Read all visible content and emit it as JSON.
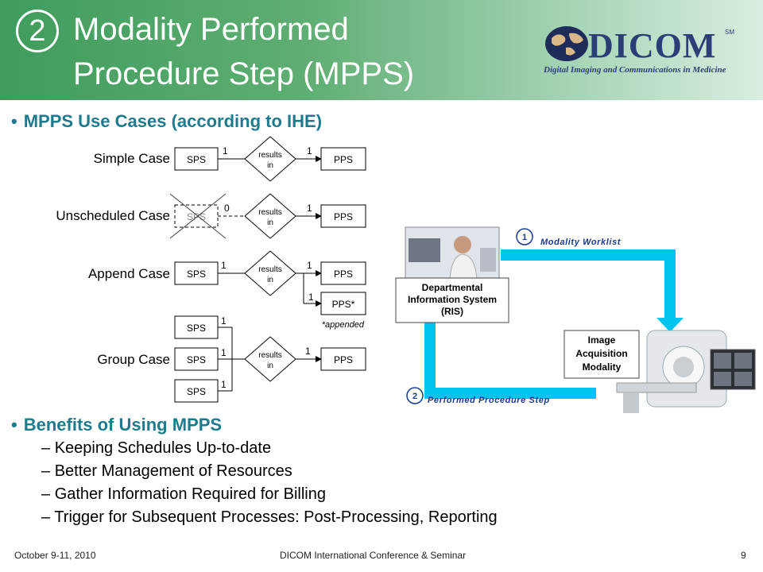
{
  "header": {
    "step_number": "2",
    "title_line1": "Modality Performed",
    "title_line2": "Procedure Step (MPPS)",
    "logo_word": "DICOM",
    "logo_sm": "SM",
    "logo_tagline": "Digital Imaging and Communications in Medicine"
  },
  "section1": {
    "heading": "MPPS Use Cases (according to IHE)"
  },
  "diagram": {
    "cases": [
      {
        "label": "Simple Case"
      },
      {
        "label": "Unscheduled Case"
      },
      {
        "label": "Append Case"
      },
      {
        "label": "Group Case"
      }
    ],
    "sps": "SPS",
    "pps": "PPS",
    "pps_star": "PPS*",
    "results": "results",
    "in": "in",
    "one": "1",
    "zero": "0",
    "appended_note": "*appended"
  },
  "workflow": {
    "ris_label": [
      "Departmental",
      "Information System",
      "(RIS)"
    ],
    "modality_label": [
      "Image",
      "Acquisition",
      "Modality"
    ],
    "step1_num": "1",
    "step1_label": "Modality  Worklist",
    "step2_num": "2",
    "step2_label": "Performed Procedure Step",
    "arrow_color": "#00c3f0"
  },
  "section2": {
    "heading": "Benefits of Using MPPS",
    "items": [
      "Keeping Schedules Up-to-date",
      "Better Management of Resources",
      "Gather Information Required for Billing",
      "Trigger for Subsequent Processes: Post-Processing, Reporting"
    ]
  },
  "footer": {
    "date": "October 9-11, 2010",
    "conference": "DICOM International Conference & Seminar",
    "page": "9"
  },
  "colors": {
    "accent": "#1f7a8c",
    "header_green": "#3f9c5c",
    "logo_navy": "#2c3e78"
  }
}
